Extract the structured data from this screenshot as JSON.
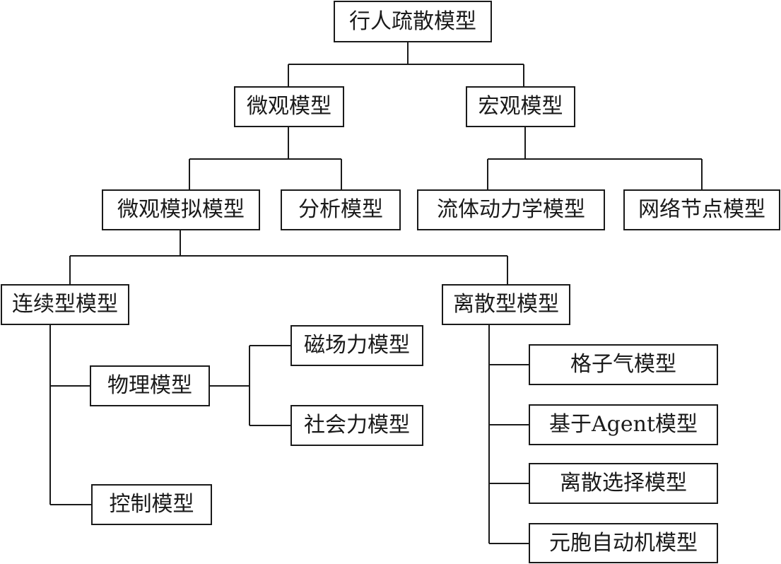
{
  "diagram": {
    "nodes": {
      "root": "行人疏散模型",
      "micro": "微观模型",
      "macro": "宏观模型",
      "micro_sim": "微观模拟模型",
      "analysis": "分析模型",
      "fluid": "流体动力学模型",
      "network": "网络节点模型",
      "continuous": "连续型模型",
      "discrete": "离散型模型",
      "physical": "物理模型",
      "magnetic": "磁场力模型",
      "social": "社会力模型",
      "control": "控制模型",
      "lattice_gas": "格子气模型",
      "agent": "基于Agent模型",
      "discrete_choice": "离散选择模型",
      "cellular": "元胞自动机模型"
    },
    "edges": [
      [
        "root",
        "micro"
      ],
      [
        "root",
        "macro"
      ],
      [
        "micro",
        "micro_sim"
      ],
      [
        "micro",
        "analysis"
      ],
      [
        "macro",
        "fluid"
      ],
      [
        "macro",
        "network"
      ],
      [
        "micro_sim",
        "continuous"
      ],
      [
        "micro_sim",
        "discrete"
      ],
      [
        "continuous",
        "physical"
      ],
      [
        "continuous",
        "control"
      ],
      [
        "physical",
        "magnetic"
      ],
      [
        "physical",
        "social"
      ],
      [
        "discrete",
        "lattice_gas"
      ],
      [
        "discrete",
        "agent"
      ],
      [
        "discrete",
        "discrete_choice"
      ],
      [
        "discrete",
        "cellular"
      ]
    ]
  }
}
